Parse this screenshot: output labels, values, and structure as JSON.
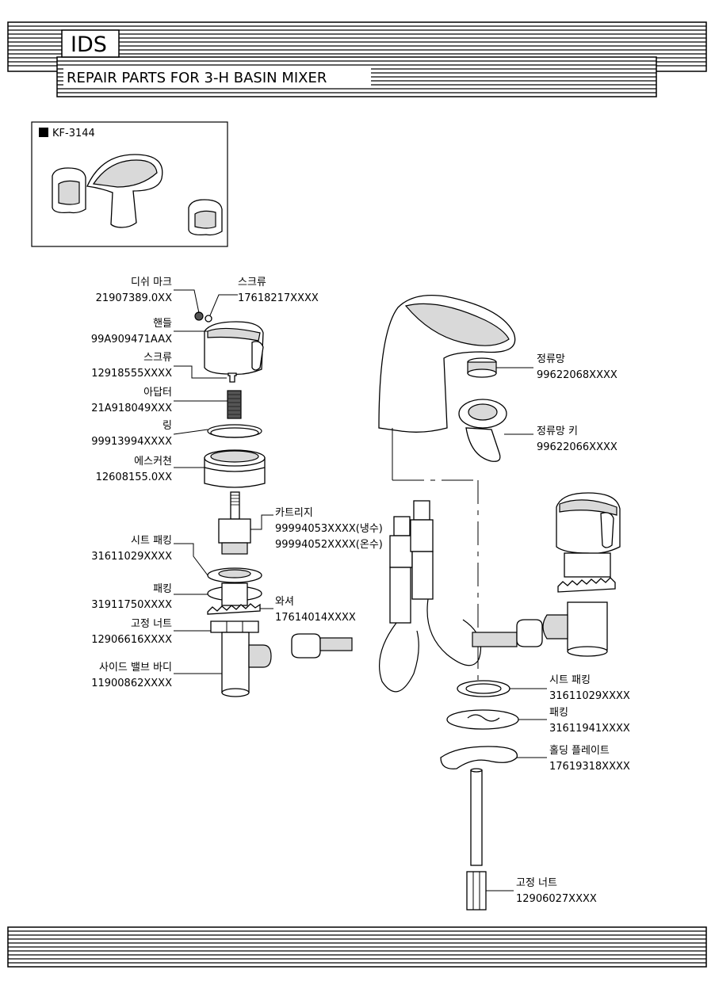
{
  "header": {
    "brand": "IDS",
    "title": "REPAIR PARTS FOR 3-H BASIN MIXER"
  },
  "model": {
    "code": "KF-3144"
  },
  "parts": [
    {
      "id": "dish-mark",
      "name": "디쉬 마크",
      "code": "21907389.0XX"
    },
    {
      "id": "screw-top",
      "name": "스크류",
      "code": "17618217XXXX"
    },
    {
      "id": "handle",
      "name": "핸들",
      "code": "99A909471AAX"
    },
    {
      "id": "screw-handle",
      "name": "스크류",
      "code": "12918555XXXX"
    },
    {
      "id": "adapter",
      "name": "아답터",
      "code": "21A918049XXX"
    },
    {
      "id": "ring",
      "name": "링",
      "code": "99913994XXXX"
    },
    {
      "id": "escutcheon",
      "name": "에스커쳔",
      "code": "12608155.0XX"
    },
    {
      "id": "cartridge",
      "name": "카트리지",
      "code": "99994053XXXX(냉수)",
      "code2": "99994052XXXX(온수)"
    },
    {
      "id": "seat-packing-left",
      "name": "시트 패킹",
      "code": "31611029XXXX"
    },
    {
      "id": "packing-left",
      "name": "패킹",
      "code": "31911750XXXX"
    },
    {
      "id": "washer",
      "name": "와셔",
      "code": "17614014XXXX"
    },
    {
      "id": "fixing-nut-left",
      "name": "고정 너트",
      "code": "12906616XXXX"
    },
    {
      "id": "side-valve-body",
      "name": "사이드 밸브 바디",
      "code": "11900862XXXX"
    },
    {
      "id": "aerator",
      "name": "정류망",
      "code": "99622068XXXX"
    },
    {
      "id": "aerator-key",
      "name": "정류망 키",
      "code": "99622066XXXX"
    },
    {
      "id": "seat-packing-right",
      "name": "시트 패킹",
      "code": "31611029XXXX"
    },
    {
      "id": "packing-right",
      "name": "패킹",
      "code": "31611941XXXX"
    },
    {
      "id": "holding-plate",
      "name": "홀딩 플레이트",
      "code": "17619318XXXX"
    },
    {
      "id": "fixing-nut-bottom",
      "name": "고정 너트",
      "code": "12906027XXXX"
    }
  ]
}
